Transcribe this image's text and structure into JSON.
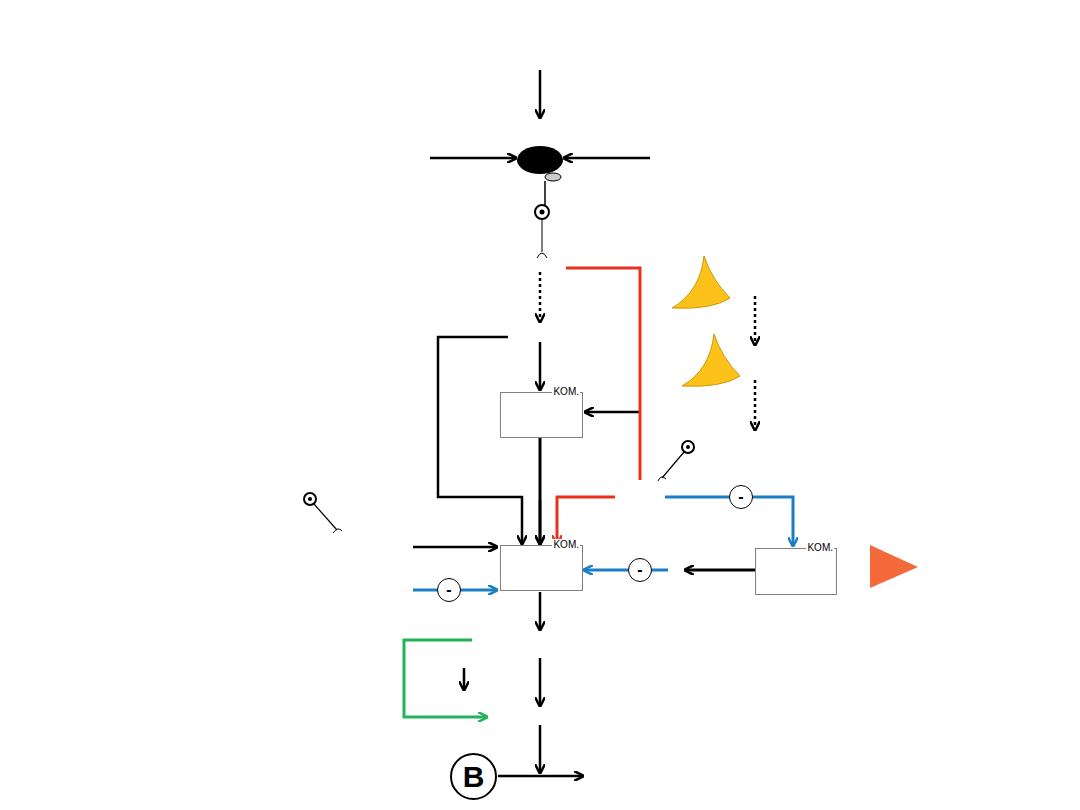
{
  "diagram": {
    "nodes": [
      {
        "text": [
          "KOM."
        ]
      },
      {
        "text": [
          "KOM."
        ]
      },
      {
        "text": [
          "KOM."
        ]
      },
      {
        "text": [
          "B"
        ]
      }
    ],
    "edges": [
      {
        "from": 0,
        "to": 1,
        "arrow": "to"
      },
      {
        "from": 2,
        "to": 1,
        "label": "-",
        "arrow": "to"
      }
    ],
    "labels": [
      "-",
      "-"
    ]
  }
}
